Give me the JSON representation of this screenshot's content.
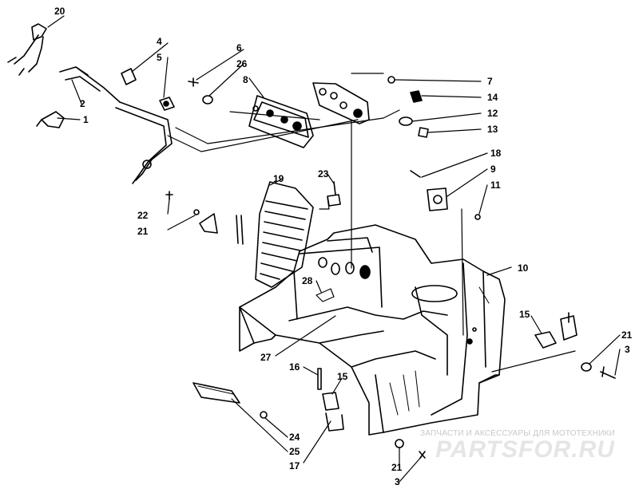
{
  "diagram": {
    "callouts": {
      "c1": "1",
      "c2": "2",
      "c3a": "3",
      "c3b": "3",
      "c4": "4",
      "c5": "5",
      "c6": "6",
      "c7": "7",
      "c8": "8",
      "c9": "9",
      "c10": "10",
      "c11": "11",
      "c12": "12",
      "c13": "13",
      "c14": "14",
      "c15a": "15",
      "c15b": "15",
      "c16": "16",
      "c17": "17",
      "c18": "18",
      "c19": "19",
      "c20": "20",
      "c21a": "21",
      "c21b": "21",
      "c21c": "21",
      "c22": "22",
      "c23": "23",
      "c24": "24",
      "c25": "25",
      "c26": "26",
      "c27": "27",
      "c28": "28"
    },
    "colors": {
      "ink": "#000000",
      "background": "#ffffff",
      "watermark": "#d9d9d9"
    }
  },
  "watermark": {
    "tagline": "ЗАПЧАСТИ И АКСЕССУАРЫ ДЛЯ МОТОТЕХНИКИ",
    "logo": "PARTSFOR.RU"
  }
}
